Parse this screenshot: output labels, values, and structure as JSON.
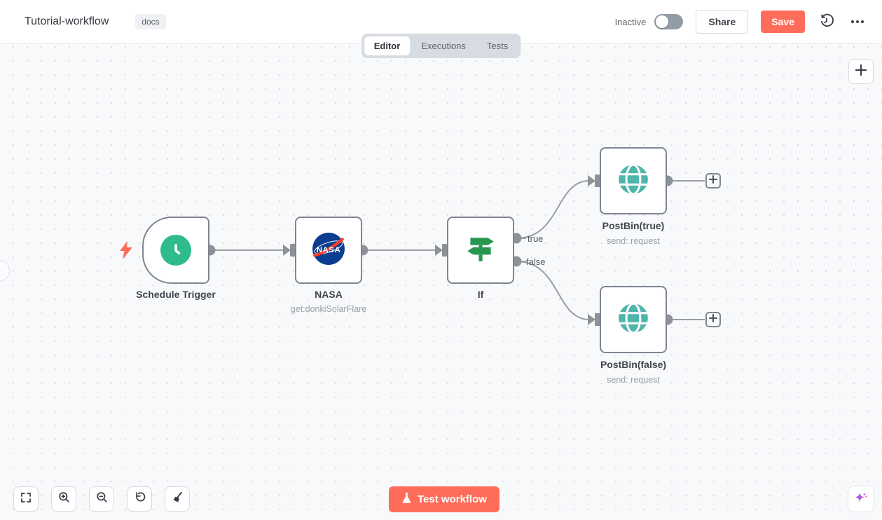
{
  "header": {
    "title": "Tutorial-workflow",
    "tag": "docs",
    "status_label": "Inactive",
    "share_label": "Share",
    "save_label": "Save"
  },
  "tabs": {
    "items": [
      {
        "label": "Editor",
        "active": true
      },
      {
        "label": "Executions",
        "active": false
      },
      {
        "label": "Tests",
        "active": false
      }
    ]
  },
  "canvas": {
    "nodes": [
      {
        "name": "Schedule Trigger",
        "subtitle": "",
        "icon": "clock-icon"
      },
      {
        "name": "NASA",
        "subtitle": "get:donkiSolarFlare",
        "icon": "nasa-logo"
      },
      {
        "name": "If",
        "subtitle": "",
        "icon": "signpost-icon"
      },
      {
        "name": "PostBin(true)",
        "subtitle": "send: request",
        "icon": "globe-icon"
      },
      {
        "name": "PostBin(false)",
        "subtitle": "send: request",
        "icon": "globe-icon"
      }
    ],
    "connection_labels": {
      "true_label": "true",
      "false_label": "false"
    }
  },
  "controls": {
    "test_button_label": "Test workflow"
  },
  "colors": {
    "accent": "#ff6d5a",
    "trigger_green": "#2fbc8a",
    "if_green": "#27964f",
    "globe_teal": "#4fb5aa",
    "connector_gray": "#8d9198",
    "node_border": "#7f8591"
  }
}
